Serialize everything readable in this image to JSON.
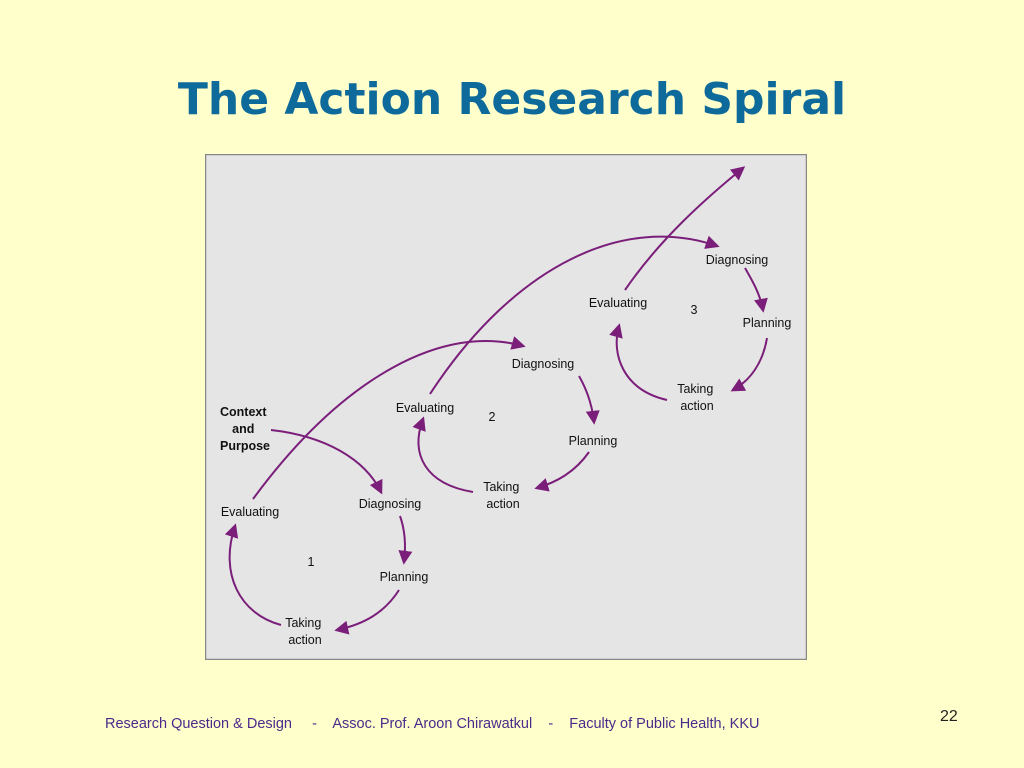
{
  "title": "The Action Research Spiral",
  "diagram": {
    "context": [
      "Context",
      "and",
      "Purpose"
    ],
    "cycles": [
      {
        "number": "1",
        "diagnosing": "Diagnosing",
        "planning": "Planning",
        "taking_action": [
          "Taking",
          "action"
        ],
        "evaluating": "Evaluating"
      },
      {
        "number": "2",
        "diagnosing": "Diagnosing",
        "planning": "Planning",
        "taking_action": [
          "Taking",
          "action"
        ],
        "evaluating": "Evaluating"
      },
      {
        "number": "3",
        "diagnosing": "Diagnosing",
        "planning": "Planning",
        "taking_action": [
          "Taking",
          "action"
        ],
        "evaluating": "Evaluating"
      }
    ],
    "colors": {
      "arrow": "#7A1E7A",
      "panel_bg": "#E5E5E5",
      "panel_border": "#888888"
    }
  },
  "footer": {
    "course": "Research Question & Design",
    "separator": "-",
    "author": "Assoc. Prof. Aroon Chirawatkul",
    "faculty": "Faculty of Public Health, KKU"
  },
  "page_number": "22"
}
